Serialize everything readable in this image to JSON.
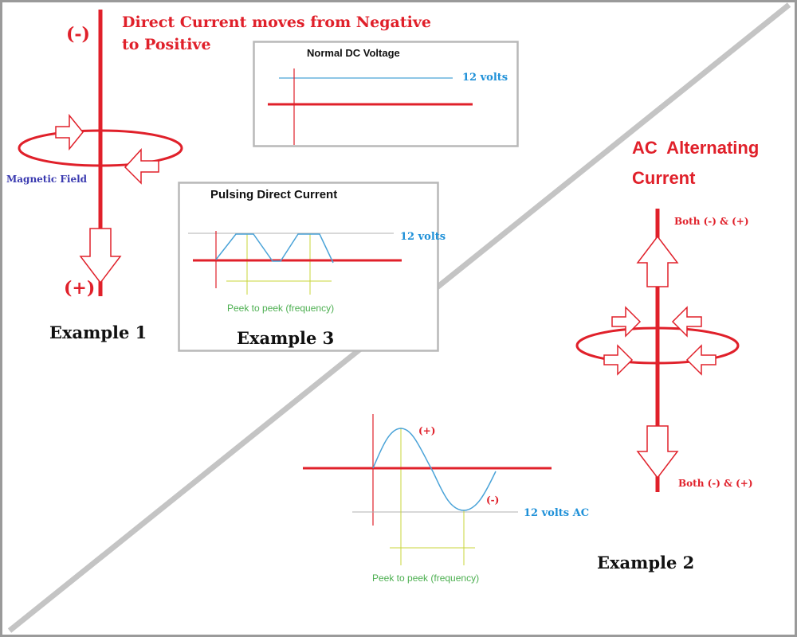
{
  "colors": {
    "frame": "#9a9a9a",
    "box_border": "#b8b8b8",
    "diagonal": "#c4c4c4",
    "conductor_red": "#e0202a",
    "title_red": "#e0202a",
    "signal_blue": "#4aa3d8",
    "label_blue": "#1e90d8",
    "field_label": "#3a3ab0",
    "guide_yellow": "#c8d63a",
    "freq_green": "#4caf50",
    "gray_line": "#b0b0b0",
    "text_black": "#111111"
  },
  "dc_section": {
    "title_line1": "Direct Current moves from Negative",
    "title_line2": "to Positive",
    "negative_label": "(-)",
    "positive_label": "(+)",
    "magnetic_field_label": "Magnetic Field",
    "example_label": "Example 1"
  },
  "normal_dc_box": {
    "title": "Normal DC Voltage",
    "voltage_label": "12 volts"
  },
  "pulsing_dc_box": {
    "title": "Pulsing Direct Current",
    "voltage_label": "12 volts",
    "frequency_label": "Peek to peek (frequency)",
    "example_label": "Example 3"
  },
  "ac_section": {
    "title_line1": "AC  Alternating",
    "title_line2": "Current",
    "top_label": "Both (-) & (+)",
    "bottom_label": "Both (-) & (+)",
    "example_label": "Example 2"
  },
  "ac_wave": {
    "positive_label": "(+)",
    "negative_label": "(-)",
    "voltage_label": "12 volts AC",
    "frequency_label": "Peek to peek (frequency)"
  }
}
